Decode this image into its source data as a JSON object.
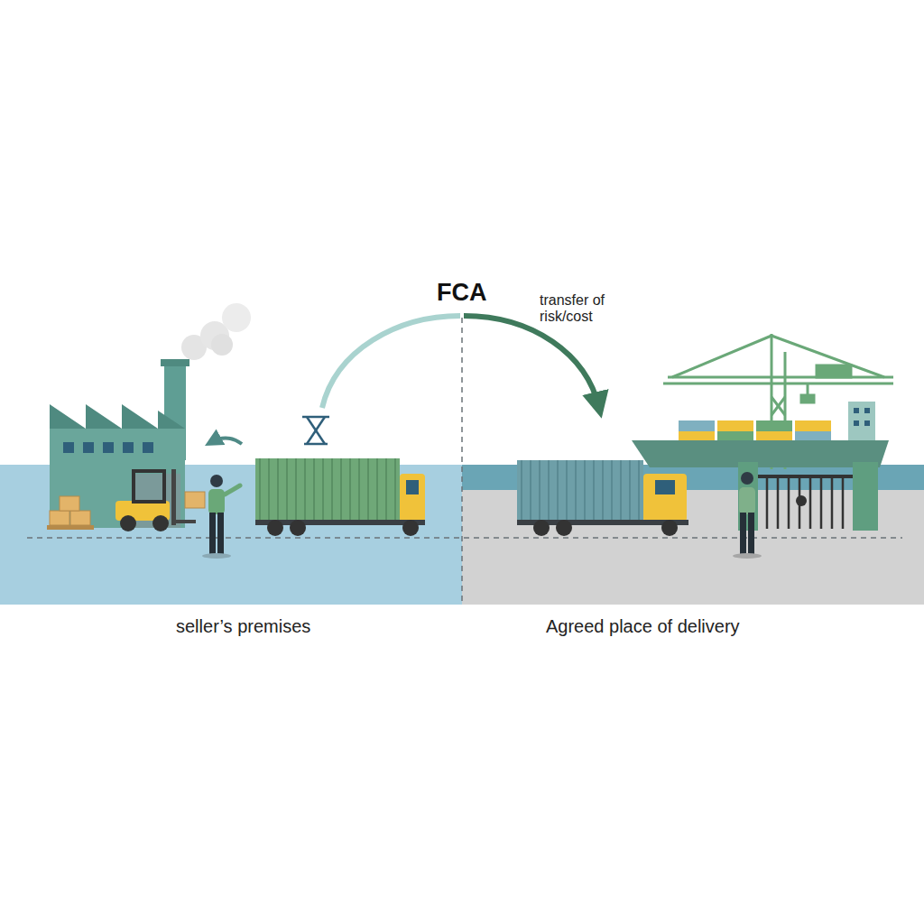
{
  "diagram": {
    "title": "FCA",
    "labels": [
      "transfer of risk/cost",
      "seller’s premises",
      "Agreed place of delivery"
    ]
  }
}
